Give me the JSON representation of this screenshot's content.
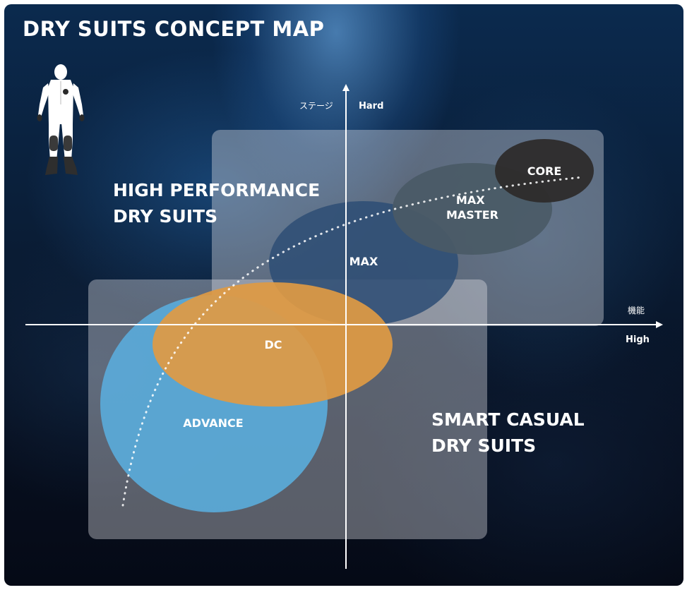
{
  "title": "DRY SUITS CONCEPT MAP",
  "axes": {
    "y_label_jp": "ステージ",
    "y_label_en": "Hard",
    "x_label_jp": "機能",
    "x_label_en": "High"
  },
  "regions": {
    "high_performance": [
      "HIGH PERFORMANCE",
      "DRY SUITS"
    ],
    "smart_casual": [
      "SMART CASUAL",
      "DRY SUITS"
    ]
  },
  "products": {
    "core": [
      "CORE"
    ],
    "max_master": [
      "MAX",
      "MASTER"
    ],
    "max": [
      "MAX"
    ],
    "dc": [
      "DC"
    ],
    "advance": [
      "ADVANCE"
    ]
  },
  "colors": {
    "core": "#2d2b2b",
    "max_master": "#4a5a66",
    "max": "#2f4f75",
    "dc": "#e09a43",
    "advance": "#5aaad8",
    "panel": "#e6e6ea",
    "axis": "#ffffff"
  },
  "icons": {
    "suit": "dry-suit-icon"
  }
}
